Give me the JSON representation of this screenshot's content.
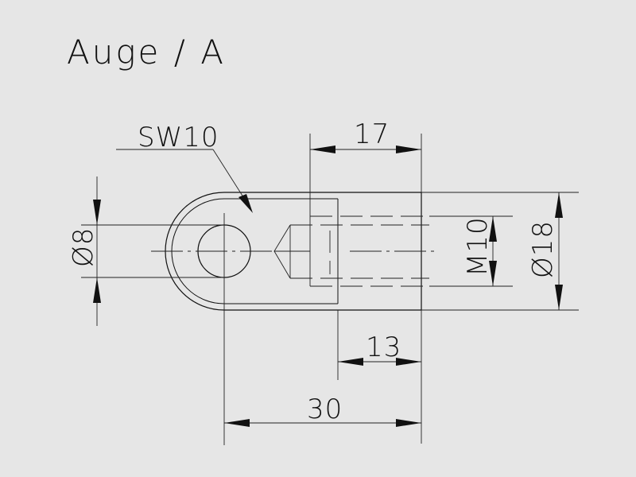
{
  "title": "Auge / A",
  "labels": {
    "across_flats": "SW10",
    "dim_thread_depth": "17",
    "dim_hole_diameter": "Ø8",
    "dim_thread": "M10",
    "dim_outer_diameter": "Ø18",
    "dim_shank_length": "13",
    "dim_total_length": "30"
  },
  "colors": {
    "background": "#e6e6e6",
    "line": "#111111"
  }
}
